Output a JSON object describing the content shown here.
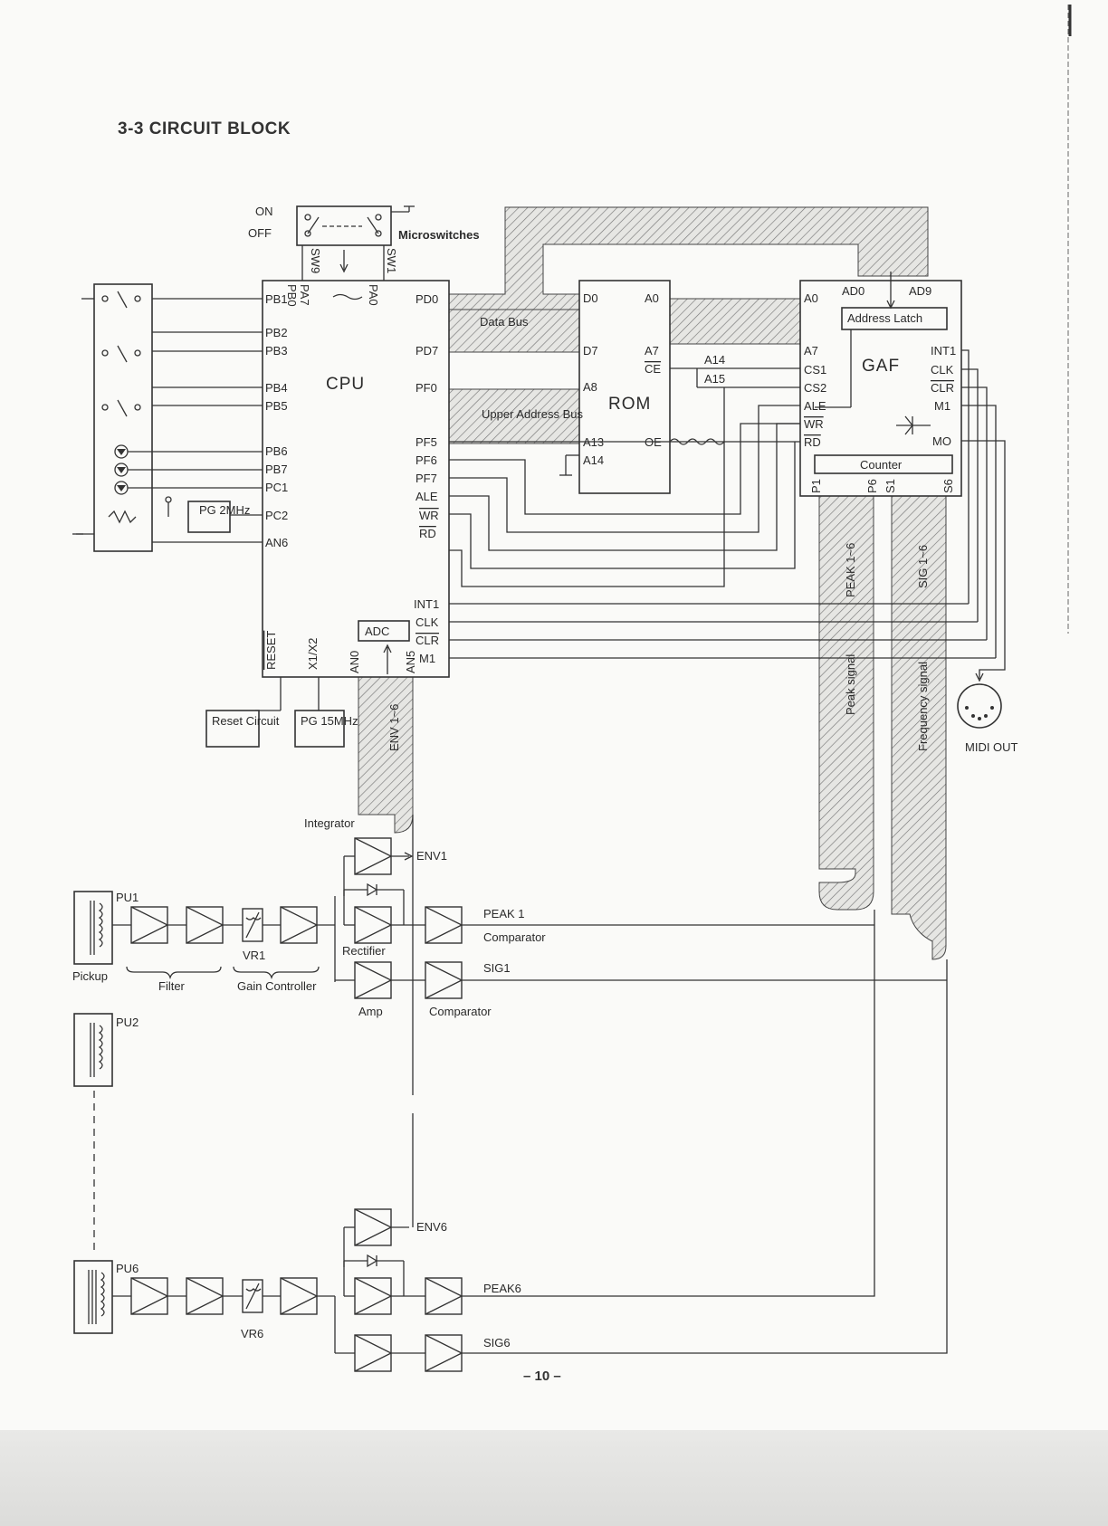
{
  "header": {
    "title": "3-3 CIRCUIT BLOCK",
    "scribble": "",
    "page_number": "– 10 –"
  },
  "switches": {
    "on": "ON",
    "off": "OFF",
    "label": "Microswitches",
    "sw9": "SW9",
    "sw1": "SW1"
  },
  "cpu": {
    "name": "CPU",
    "left_pins": [
      "PB1",
      "PB2",
      "PB3",
      "PB4",
      "PB5",
      "PB6",
      "PB7",
      "PC1",
      "PC2",
      "AN6"
    ],
    "top_pins": [
      "PB0",
      "PA7",
      "PA0"
    ],
    "right_pins": [
      "PD0",
      "PD7",
      "PF0",
      "PF5",
      "PF6",
      "PF7",
      "ALE",
      "WR",
      "RD",
      "INT1",
      "CLK",
      "CLR",
      "M1"
    ],
    "bottom_pins": [
      "RESET",
      "X1/X2",
      "AN0",
      "AN5"
    ],
    "adc": "ADC"
  },
  "rom": {
    "name": "ROM",
    "left_pins": [
      "D0",
      "D7",
      "A8",
      "A13",
      "A14"
    ],
    "right_pins": [
      "A0",
      "A7",
      "CE",
      "OE"
    ]
  },
  "gaf": {
    "name": "GAF",
    "address_latch": "Address Latch",
    "counter": "Counter",
    "top_pins": [
      "A0",
      "AD0",
      "AD9"
    ],
    "left_pins": [
      "A7",
      "CS1",
      "CS2",
      "ALE",
      "WR",
      "RD"
    ],
    "right_pins": [
      "INT1",
      "CLK",
      "CLR",
      "M1",
      "MO"
    ],
    "bottom_pins": [
      "P1",
      "P6",
      "S1",
      "S6"
    ]
  },
  "buses": {
    "data_bus": "Data Bus",
    "upper_address_bus": "Upper Address Bus",
    "a14": "A14",
    "a15": "A15",
    "env": "ENV 1~6",
    "peak_bus": "PEAK 1~6",
    "peak_signal": "Peak signal",
    "sig_bus": "SIG 1~6",
    "freq_signal": "Frequency signal"
  },
  "clocks": {
    "pg2": "PG 2MHz",
    "pg15": "PG 15MHz",
    "reset": "Reset Circuit"
  },
  "midi": "MIDI OUT",
  "channel1": {
    "pickup": "PU1",
    "pickup_label": "Pickup",
    "filter": "Filter",
    "vr": "VR1",
    "gain": "Gain Controller",
    "integrator": "Integrator",
    "rectifier": "Rectifier",
    "amp": "Amp",
    "comparator": "Comparator",
    "env": "ENV1",
    "peak": "PEAK 1",
    "sig": "SIG1"
  },
  "channel2": {
    "pickup": "PU2"
  },
  "channel6": {
    "pickup": "PU6",
    "vr": "VR6",
    "env": "ENV6",
    "peak": "PEAK6",
    "sig": "SIG6"
  }
}
